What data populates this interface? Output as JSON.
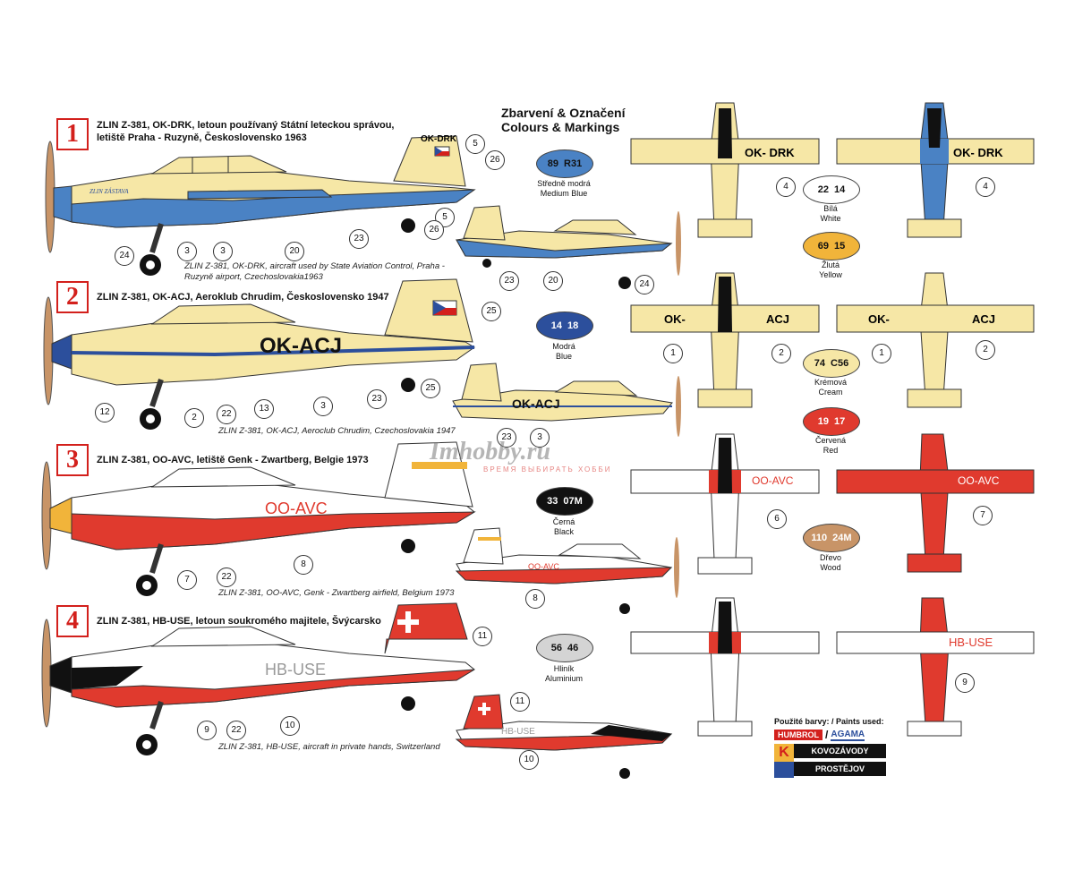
{
  "heading": {
    "line1": "Zbarvení & Označení",
    "line2": "Colours & Markings"
  },
  "schemes": [
    {
      "number": "1",
      "title_line1": "ZLIN Z-381, OK-DRK, letoun používaný Státní leteckou správou,",
      "title_line2": "letiště Praha - Ruzyně, Československo 1963",
      "caption_line1": "ZLIN Z-381, OK-DRK, aircraft used by State Aviation Control,  Praha -",
      "caption_line2": "Ruzyně airport, Czechoslovakia1963",
      "registration": "OK-DRK",
      "top_registration": "OK- DRK",
      "fuselage_script": "ZLIN ZÁSTAVA"
    },
    {
      "number": "2",
      "title_line1": "ZLIN Z-381, OK-ACJ, Aeroklub Chrudim, Československo 1947",
      "title_line2": "",
      "caption_line1": "ZLIN Z-381, OK-ACJ, Aeroclub Chrudim, Czechoslovakia 1947",
      "caption_line2": "",
      "registration": "OK-ACJ",
      "wing_left": "OK-",
      "wing_right": "ACJ"
    },
    {
      "number": "3",
      "title_line1": "ZLIN Z-381, OO-AVC, letiště Genk - Zwartberg, Belgie 1973",
      "title_line2": "",
      "caption_line1": "ZLIN Z-381, OO-AVC, Genk - Zwartberg airfield, Belgium 1973",
      "caption_line2": "",
      "registration": "OO-AVC"
    },
    {
      "number": "4",
      "title_line1": "ZLIN Z-381, HB-USE, letoun soukromého majitele, Švýcarsko",
      "title_line2": "",
      "caption_line1": "ZLIN Z-381, HB-USE, aircraft in private hands, Switzerland",
      "caption_line2": "",
      "registration": "HB-USE"
    }
  ],
  "callouts": {
    "s1": [
      "5",
      "26",
      "24",
      "3",
      "3",
      "20",
      "23",
      "5",
      "26",
      "23",
      "20",
      "24",
      "4",
      "4"
    ],
    "s2": [
      "25",
      "12",
      "2",
      "22",
      "13",
      "3",
      "23",
      "25",
      "23",
      "3",
      "2",
      "1",
      "1",
      "2"
    ],
    "s3": [
      "7",
      "22",
      "8",
      "8",
      "6",
      "7"
    ],
    "s4": [
      "11",
      "9",
      "22",
      "10",
      "11",
      "10",
      "9"
    ]
  },
  "swatches": [
    {
      "c1": "89",
      "c2": "R31",
      "name_cz": "Středně modrá",
      "name_en": "Medium Blue",
      "color": "#4a82c4",
      "text": "#111111"
    },
    {
      "c1": "22",
      "c2": "14",
      "name_cz": "Bílá",
      "name_en": "White",
      "color": "#ffffff",
      "text": "#111111"
    },
    {
      "c1": "69",
      "c2": "15",
      "name_cz": "Žlutá",
      "name_en": "Yellow",
      "color": "#f1b43a",
      "text": "#111111"
    },
    {
      "c1": "14",
      "c2": "18",
      "name_cz": "Modrá",
      "name_en": "Blue",
      "color": "#2c4f9c",
      "text": "#ffffff"
    },
    {
      "c1": "74",
      "c2": "C56",
      "name_cz": "Krémová",
      "name_en": "Cream",
      "color": "#f6e7a6",
      "text": "#111111"
    },
    {
      "c1": "19",
      "c2": "17",
      "name_cz": "Červená",
      "name_en": "Red",
      "color": "#e03a2e",
      "text": "#ffffff"
    },
    {
      "c1": "33",
      "c2": "07M",
      "name_cz": "Černá",
      "name_en": "Black",
      "color": "#111111",
      "text": "#ffffff"
    },
    {
      "c1": "110",
      "c2": "24M",
      "name_cz": "Dřevo",
      "name_en": "Wood",
      "color": "#c89467",
      "text": "#ffffff"
    },
    {
      "c1": "56",
      "c2": "46",
      "name_cz": "Hliník",
      "name_en": "Aluminium",
      "color": "#d4d4d4",
      "text": "#111111"
    }
  ],
  "watermark": {
    "brand": "Imhobby.ru",
    "tagline": "ВРЕМЯ ВЫБИРАТЬ ХОББИ"
  },
  "paints": {
    "label": "Použité barvy: / Paints used:",
    "humbrol": "HUMBROL",
    "slash": "/",
    "agama": "AGAMA",
    "k": "K",
    "kovo": "KOVOZÁVODY",
    "prostejov": "PROSTĚJOV"
  },
  "colors": {
    "cream": "#f6e7a6",
    "medium_blue": "#4a82c4",
    "blue": "#2c4f9c",
    "red": "#e03a2e",
    "black": "#111111",
    "wood": "#c89467",
    "accent_red": "#d3201c"
  }
}
